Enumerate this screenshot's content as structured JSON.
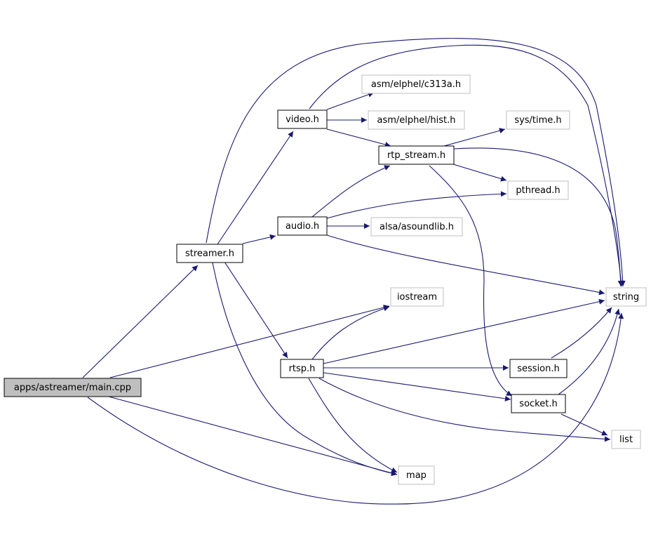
{
  "colors": {
    "edge": "#191970",
    "root_fill": "#bfbfbf",
    "node_border_documented": "#000000",
    "node_border_external": "#bfbfbf",
    "node_fill": "#ffffff",
    "text": "#000000"
  },
  "nodes": {
    "main_cpp": "apps/astreamer/main.cpp",
    "streamer_h": "streamer.h",
    "video_h": "video.h",
    "audio_h": "audio.h",
    "rtsp_h": "rtsp.h",
    "rtp_stream_h": "rtp_stream.h",
    "c313a_h": "asm/elphel/c313a.h",
    "hist_h": "asm/elphel/hist.h",
    "sys_time_h": "sys/time.h",
    "pthread_h": "pthread.h",
    "asoundlib_h": "alsa/asoundlib.h",
    "string": "string",
    "iostream": "iostream",
    "session_h": "session.h",
    "socket_h": "socket.h",
    "list": "list",
    "map": "map"
  },
  "edges": [
    [
      "main_cpp",
      "streamer_h"
    ],
    [
      "main_cpp",
      "iostream"
    ],
    [
      "main_cpp",
      "map"
    ],
    [
      "main_cpp",
      "string"
    ],
    [
      "streamer_h",
      "video_h"
    ],
    [
      "streamer_h",
      "audio_h"
    ],
    [
      "streamer_h",
      "rtsp_h"
    ],
    [
      "streamer_h",
      "string"
    ],
    [
      "streamer_h",
      "map"
    ],
    [
      "video_h",
      "c313a_h"
    ],
    [
      "video_h",
      "hist_h"
    ],
    [
      "video_h",
      "rtp_stream_h"
    ],
    [
      "video_h",
      "string"
    ],
    [
      "rtp_stream_h",
      "sys_time_h"
    ],
    [
      "rtp_stream_h",
      "pthread_h"
    ],
    [
      "rtp_stream_h",
      "string"
    ],
    [
      "rtp_stream_h",
      "socket_h"
    ],
    [
      "audio_h",
      "rtp_stream_h"
    ],
    [
      "audio_h",
      "pthread_h"
    ],
    [
      "audio_h",
      "asoundlib_h"
    ],
    [
      "audio_h",
      "string"
    ],
    [
      "rtsp_h",
      "iostream"
    ],
    [
      "rtsp_h",
      "string"
    ],
    [
      "rtsp_h",
      "session_h"
    ],
    [
      "rtsp_h",
      "socket_h"
    ],
    [
      "rtsp_h",
      "list"
    ],
    [
      "rtsp_h",
      "map"
    ],
    [
      "session_h",
      "string"
    ],
    [
      "socket_h",
      "string"
    ],
    [
      "socket_h",
      "list"
    ]
  ]
}
